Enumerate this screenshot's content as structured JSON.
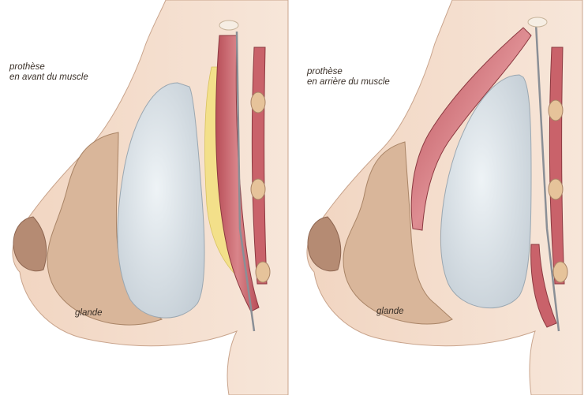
{
  "left_panel": {
    "caption_line1": "prothèse",
    "caption_line2": "en avant du muscle",
    "gland_label": "glande"
  },
  "right_panel": {
    "caption_line1": "prothèse",
    "caption_line2": "en arrière du muscle",
    "gland_label": "glande"
  },
  "colors": {
    "skin": "#f3dccb",
    "gland": "#d9b69a",
    "implant": "#dbe4ea",
    "muscle": "#c9626a",
    "fat": "#f3e08a",
    "rib": "#e6c39a"
  }
}
